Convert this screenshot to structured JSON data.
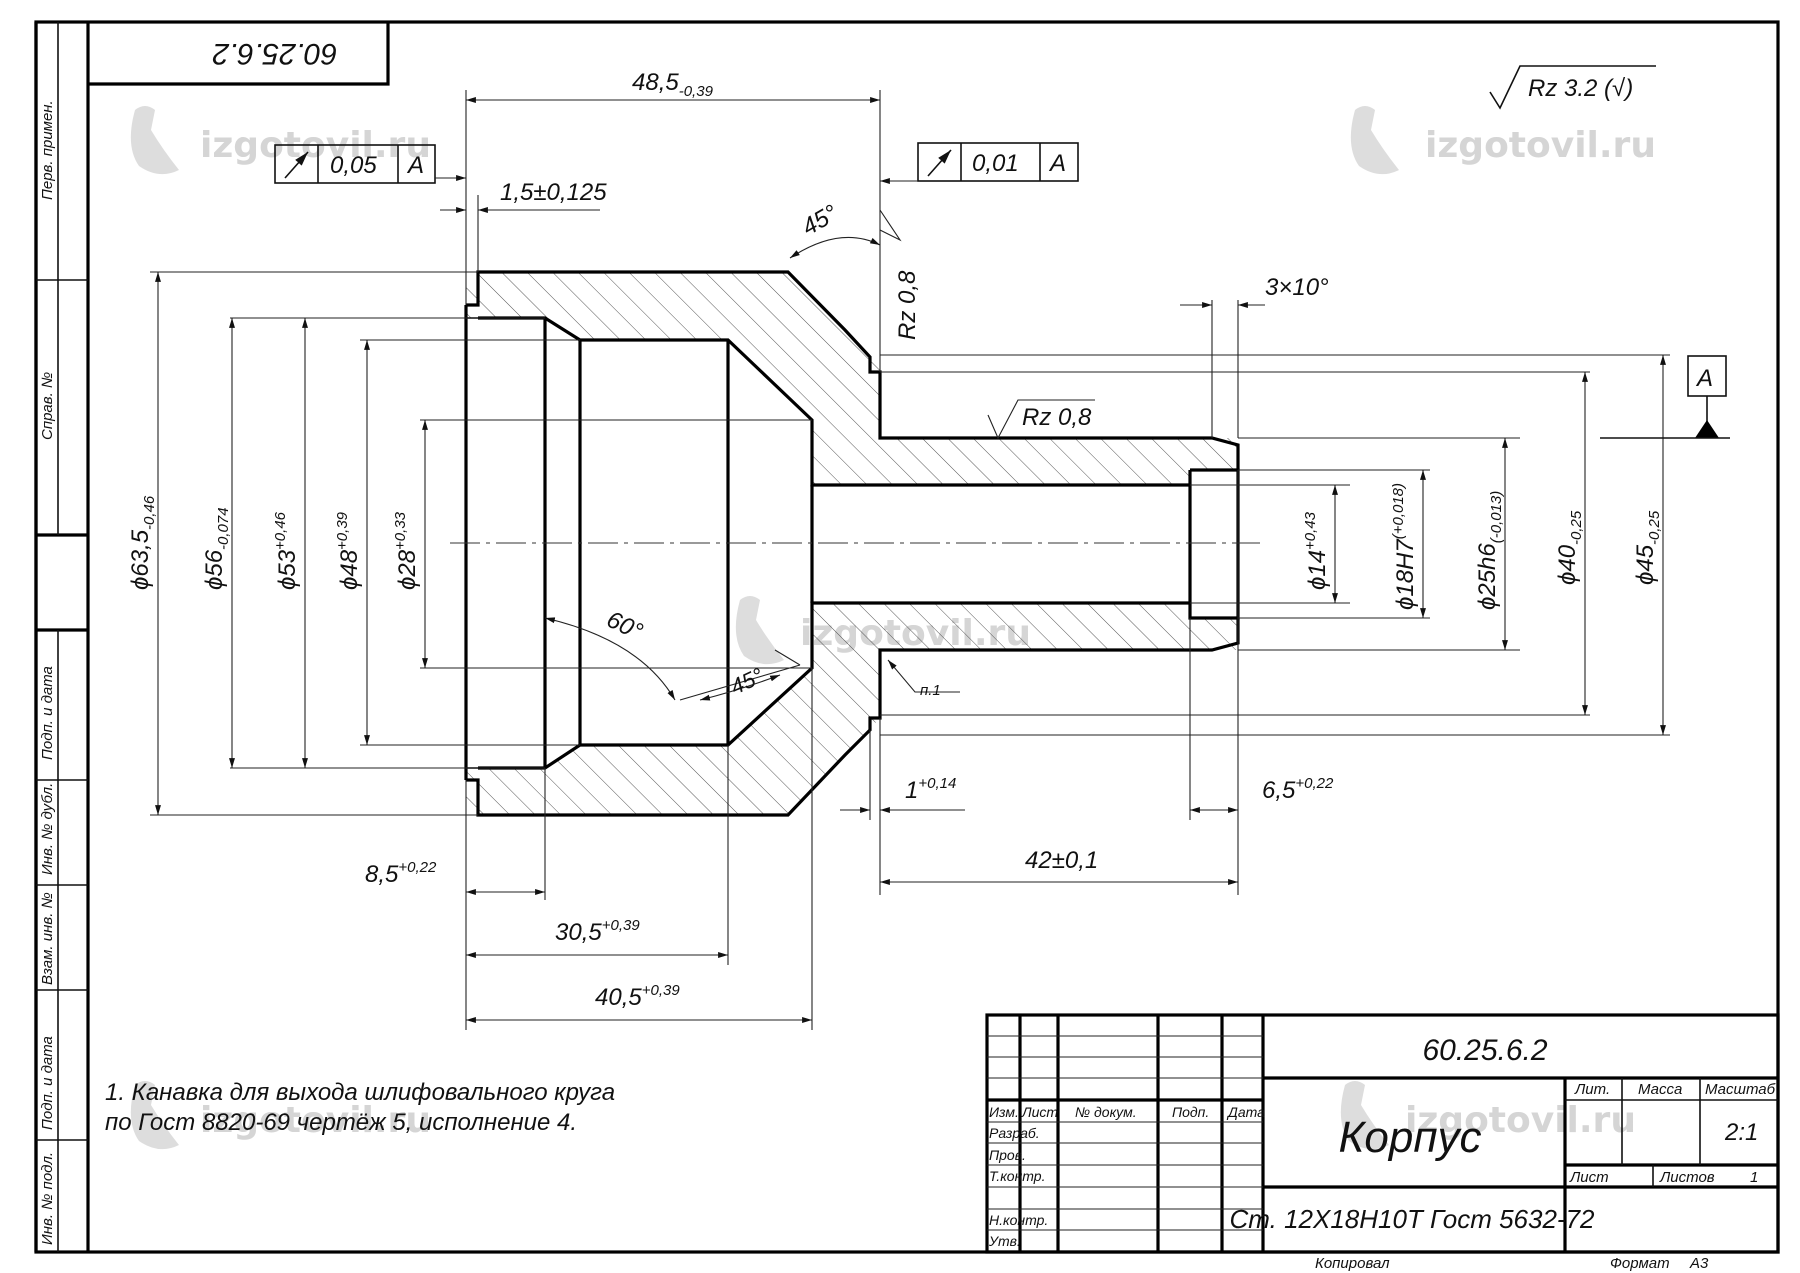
{
  "designation": "60.25.6.2",
  "designation_rotated": "60.25.6.2",
  "part_name": "Корпус",
  "material": "Ст. 12Х18Н10Т Гост 5632-72",
  "scale": "2:1",
  "sheet_label": "Лист",
  "sheets_label": "Листов",
  "sheets_count": "1",
  "lit_label": "Лит.",
  "mass_label": "Масса",
  "scale_label": "Масштаб",
  "copied_label": "Копировал",
  "format_label": "Формат",
  "format_value": "А3",
  "roughness_general": "Rz 3.2 (√)",
  "title_block_cols": [
    "Изм.",
    "Лист",
    "№ докум.",
    "Подп.",
    "Дата"
  ],
  "title_block_rows": [
    "Разраб.",
    "Пров.",
    "Т.контр.",
    "Н.контр.",
    "Утв."
  ],
  "side_stamps": [
    "Перв. примен.",
    "Справ. №",
    "Подп. и дата",
    "Инв. № дубл.",
    "Взам. инв. №",
    "Подп. и дата",
    "Инв. № подл."
  ],
  "notes": [
    "1. Канавка для выхода шлифовального круга",
    "по Гост 8820-69 чертёж 5, исполнение 4."
  ],
  "tolerance_frames": [
    {
      "value": "0,05",
      "datum": "А"
    },
    {
      "value": "0,01",
      "datum": "А"
    }
  ],
  "datum_label": "А",
  "dimensions": {
    "len_48_5": {
      "base": "48,5",
      "tol": "-0,39"
    },
    "len_1_5": {
      "base": "1,5±0,125"
    },
    "chamfer_3x10": {
      "base": "3×10°"
    },
    "angle_45_top": {
      "base": "45°"
    },
    "angle_45_bot": {
      "base": "45°"
    },
    "angle_60": {
      "base": "60°"
    },
    "rz_0_8_vert": {
      "base": "Rz 0,8"
    },
    "rz_0_8_horiz": {
      "base": "Rz 0,8"
    },
    "d_63_5": {
      "base": "ϕ63,5",
      "tol": "-0,46"
    },
    "d_56": {
      "base": "ϕ56",
      "tol": "-0,074"
    },
    "d_53": {
      "base": "ϕ53",
      "tol": "+0,46"
    },
    "d_48": {
      "base": "ϕ48",
      "tol": "+0,39"
    },
    "d_28": {
      "base": "ϕ28",
      "tol": "+0,33"
    },
    "d_14": {
      "base": "ϕ14",
      "tol": "+0,43"
    },
    "d_18": {
      "base": "ϕ18H7",
      "tol": "(+0,018)"
    },
    "d_25": {
      "base": "ϕ25h6",
      "tol": "(-0,013)"
    },
    "d_40": {
      "base": "ϕ40",
      "tol": "-0,25"
    },
    "d_45": {
      "base": "ϕ45",
      "tol": "-0,25"
    },
    "len_1": {
      "base": "1",
      "tol": "+0,14"
    },
    "len_6_5": {
      "base": "6,5",
      "tol": "+0,22"
    },
    "len_42": {
      "base": "42±0,1"
    },
    "len_8_5": {
      "base": "8,5",
      "tol": "+0,22"
    },
    "len_30_5": {
      "base": "30,5",
      "tol": "+0,39"
    },
    "len_40_5": {
      "base": "40,5",
      "tol": "+0,39"
    },
    "note_ref": {
      "base": "п.1"
    }
  },
  "watermark": "izgotovil.ru"
}
